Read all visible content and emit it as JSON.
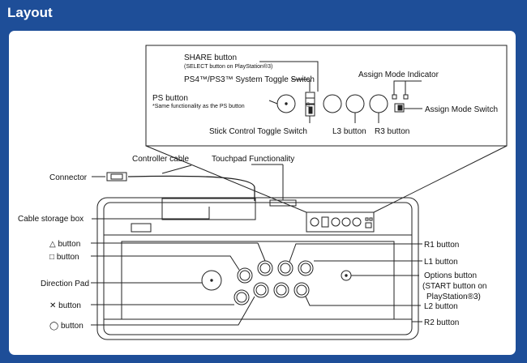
{
  "title": "Layout",
  "labels": {
    "share": "SHARE button",
    "share_note": "(SELECT button on PlayStation®3)",
    "toggle_ps4ps3": "PS4™/PS3™ System Toggle Switch",
    "assign_indicator": "Assign Mode Indicator",
    "ps_button": "PS button",
    "ps_note": "*Same functionality as the PS button",
    "assign_switch": "Assign Mode Switch",
    "stick_toggle": "Stick Control Toggle Switch",
    "l3": "L3 button",
    "r3": "R3 button",
    "controller_cable": "Controller cable",
    "touchpad": "Touchpad Functionality",
    "connector": "Connector",
    "cable_storage": "Cable storage box",
    "triangle": "△ button",
    "square": "□ button",
    "direction_pad": "Direction Pad",
    "cross": "✕ button",
    "circle": "◯ button",
    "r1": "R1 button",
    "l1": "L1 button",
    "options_1": "Options button",
    "options_2": "(START button on",
    "options_3": "PlayStation®3)",
    "l2": "L2 button",
    "r2": "R2 button"
  },
  "colors": {
    "background": "#1e4e98",
    "panel": "#ffffff",
    "line": "#222222"
  }
}
